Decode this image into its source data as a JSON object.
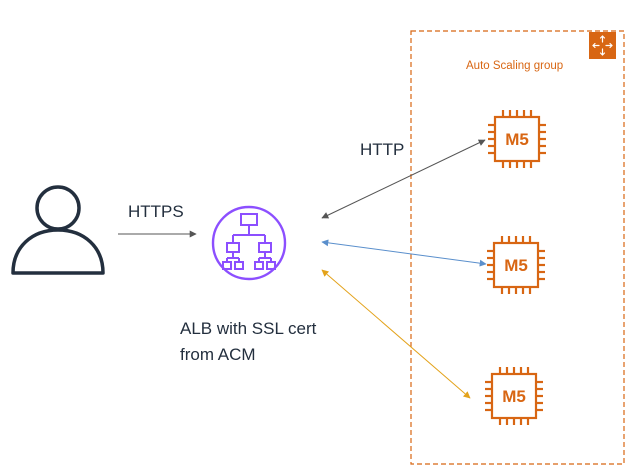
{
  "colors": {
    "asg_border": "#D86613",
    "asg_label": "#D86613",
    "ec2_orange": "#D86613",
    "alb_purple": "#8C4FFF",
    "user_icon": "#232F3E",
    "text": "#232F3E",
    "arrow_https": "#555555",
    "arrow_http": "#555555",
    "arrow_blue": "#5A8FCC",
    "arrow_gold": "#E3A21A"
  },
  "asg": {
    "label": "Auto Scaling group",
    "icon": "auto-scaling-icon"
  },
  "user": {
    "icon": "user-icon"
  },
  "alb": {
    "icon": "load-balancer-icon",
    "caption_line1": "ALB with SSL cert",
    "caption_line2": "from ACM"
  },
  "connections": {
    "https_label": "HTTPS",
    "http_label": "HTTP"
  },
  "instances": [
    {
      "label": "M5",
      "icon": "ec2-instance-icon"
    },
    {
      "label": "M5",
      "icon": "ec2-instance-icon"
    },
    {
      "label": "M5",
      "icon": "ec2-instance-icon"
    }
  ]
}
